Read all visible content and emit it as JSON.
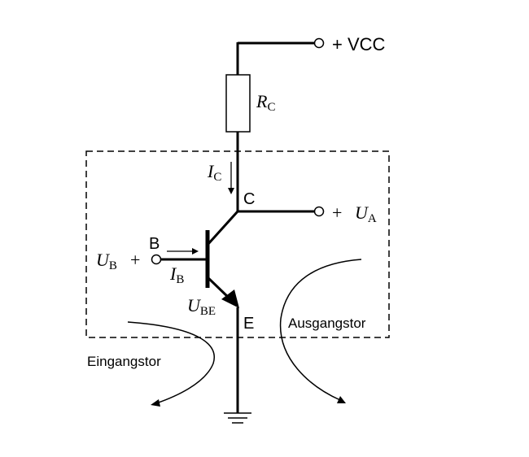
{
  "labels": {
    "vcc": "+ VCC",
    "rc_main": "R",
    "rc_sub": "C",
    "ic_main": "I",
    "ic_sub": "C",
    "collector": "C",
    "ua_plus": "+",
    "ua_main": "U",
    "ua_sub": "A",
    "base": "B",
    "ub_main": "U",
    "ub_sub": "B",
    "ub_plus": "+",
    "ib_main": "I",
    "ib_sub": "B",
    "ube_main": "U",
    "ube_sub": "BE",
    "emitter": "E",
    "output_port": "Ausgangstor",
    "input_port": "Eingangstor"
  },
  "colors": {
    "line": "#000000",
    "background": "#ffffff"
  }
}
